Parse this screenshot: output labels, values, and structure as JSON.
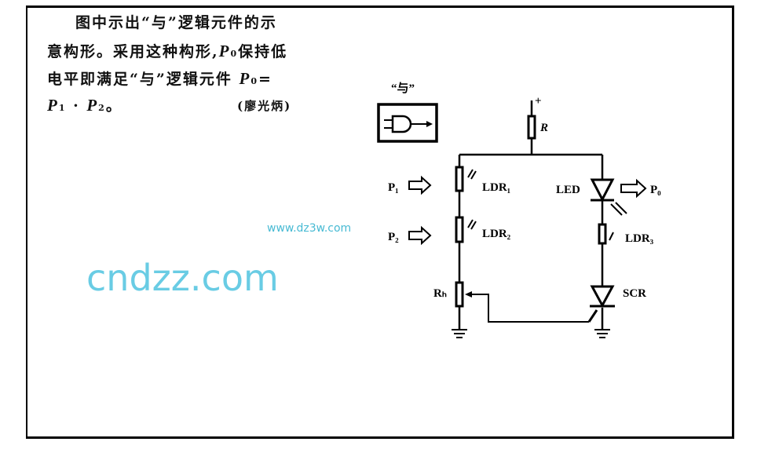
{
  "text": {
    "line1": "图中示出“与”逻辑元件的示",
    "line2a": "意构形。采用这种构形,",
    "p0": "P",
    "p0_sub": "0",
    "line2b": "保持低",
    "line3a": "电平即满足“与”逻辑元件 ",
    "line3b": "=",
    "p1": "P",
    "p1_sub": "1",
    "dot": " · ",
    "p2": "P",
    "p2_sub": "2",
    "end": "。",
    "author": "(廖光炳)"
  },
  "diagram": {
    "gate_label": "“与”",
    "plus": "+",
    "r_label": "R",
    "p1_label": "P₁",
    "p2_label": "P₂",
    "p0_label": "P₀",
    "ldr1": "LDR₁",
    "ldr2": "LDR₂",
    "ldr3": "LDR₃",
    "led": "LED",
    "scr": "SCR",
    "rb": "Rₕ"
  },
  "watermark": {
    "small": "www.dz3w.com",
    "large": "cndzz.com"
  }
}
